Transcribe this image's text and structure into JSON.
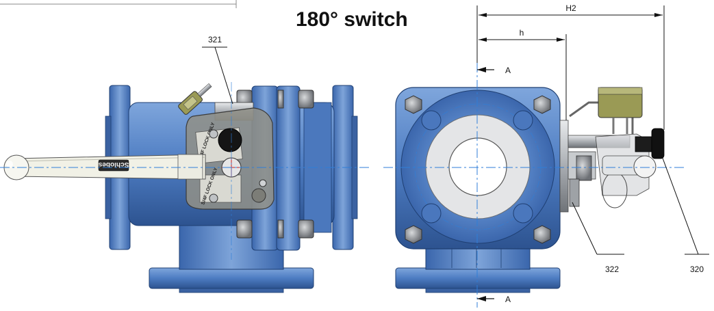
{
  "title": "180° switch",
  "callouts": {
    "c321": "321",
    "c322": "322",
    "c320": "320"
  },
  "dimensions": {
    "h2": "H2",
    "h": "h"
  },
  "section_marks": {
    "top": "A",
    "bottom": "A"
  },
  "handle_brand": "Schlobes",
  "lock_labels": {
    "upper": "S/4F LOCK ONLY",
    "lower": "S/4F LOCK ONLY"
  },
  "colors": {
    "valve_blue": "#4f7fc4",
    "valve_dark": "#2d5796",
    "steel": "#b8bcc0",
    "lock_gray": "#8f9088",
    "padlock_olive": "#9a9a55",
    "centerline": "#2f7ed8"
  }
}
